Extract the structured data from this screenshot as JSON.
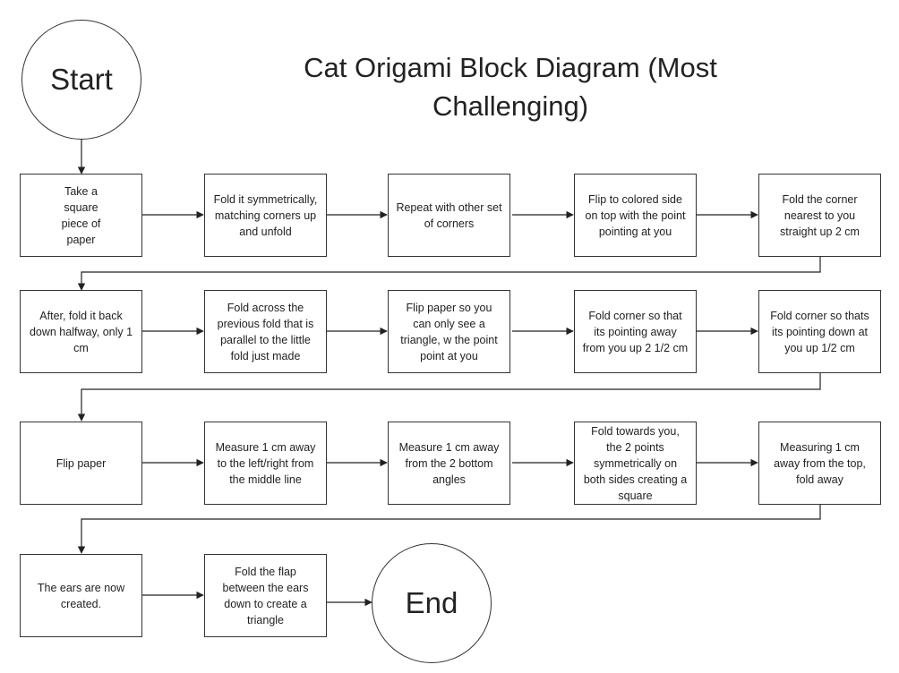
{
  "title": "Cat Origami Block Diagram (Most Challenging)",
  "start_label": "Start",
  "end_label": "End",
  "steps": [
    "Take a square piece of paper",
    "Fold it symmetrically, matching corners up and unfold",
    "Repeat with other set of corners",
    "Flip to colored side on top with the point pointing at you",
    "Fold the corner nearest to you straight up 2 cm",
    "After, fold it back down halfway, only 1 cm",
    "Fold across the previous fold that is parallel to the little fold just made",
    "Flip paper so you can only see a triangle, w the point point at you",
    "Fold corner so that its pointing away from you up 2 1/2 cm",
    "Fold corner so thats its pointing down at you up 1/2 cm",
    "Flip paper",
    "Measure 1 cm away to the left/right from the middle line",
    "Measure 1 cm away from the 2 bottom angles",
    "Fold towards you, the 2 points symmetrically on both sides  creating a square",
    "Measuring 1 cm away from the top, fold away",
    "The ears are now created.",
    "Fold the flap between the ears down to create a triangle"
  ]
}
